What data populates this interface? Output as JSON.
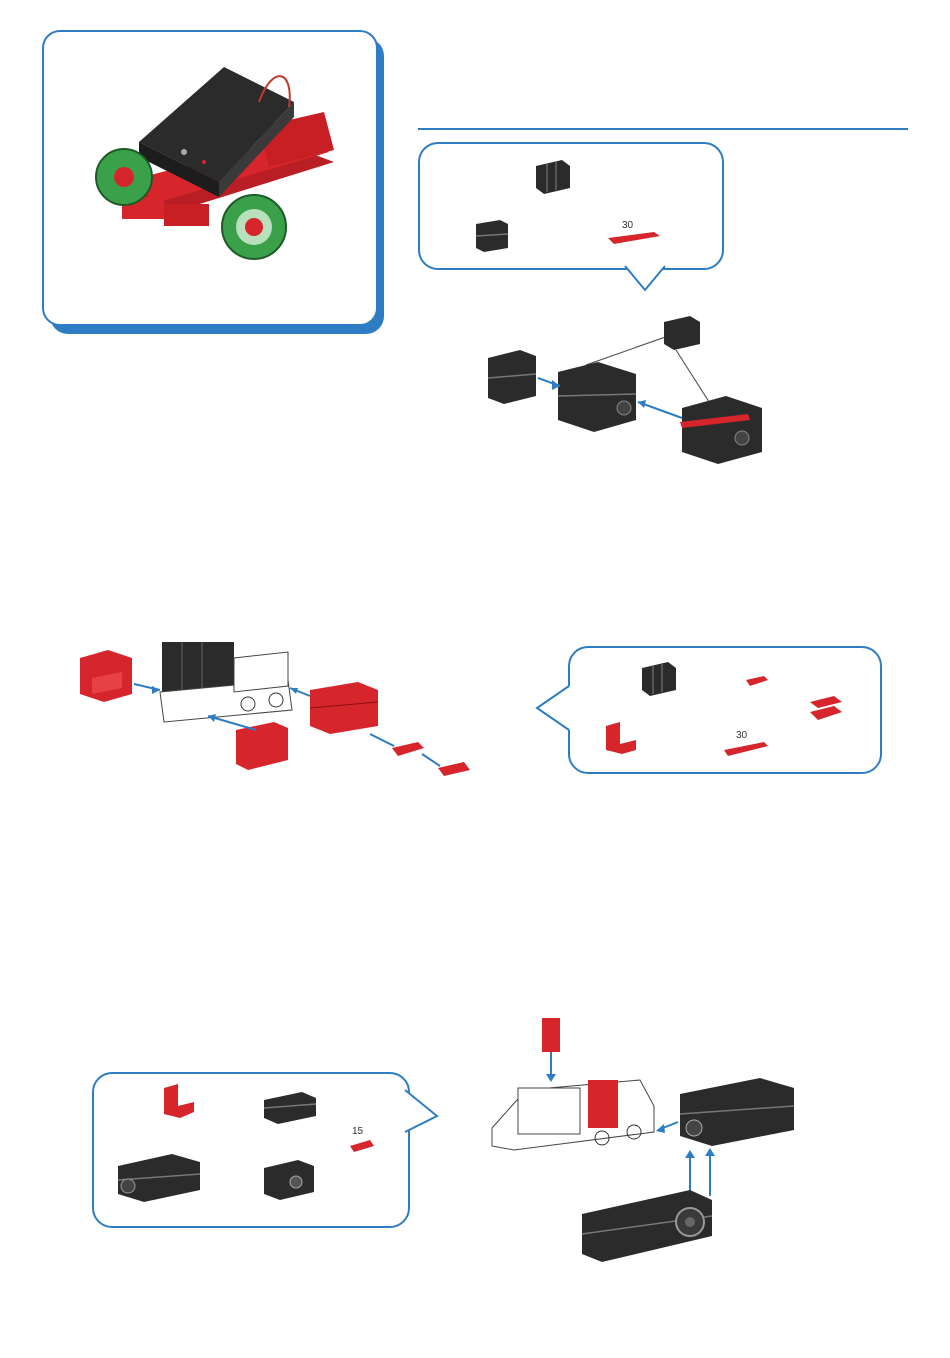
{
  "page": {
    "accent_color": "#2e7dc4",
    "part_red": "#d6262c",
    "part_black": "#2b2b2b",
    "wheel_green": "#3aa04a"
  },
  "step1": {
    "parts": [
      {
        "icon": "black-building-block-icon",
        "label": ""
      },
      {
        "icon": "black-double-block-icon",
        "label": ""
      },
      {
        "icon": "red-strut-icon",
        "label": "30"
      }
    ]
  },
  "step2": {
    "parts": [
      {
        "icon": "black-building-block-icon",
        "label": ""
      },
      {
        "icon": "red-small-plate-icon",
        "label": ""
      },
      {
        "icon": "red-clip-icon",
        "label": ""
      },
      {
        "icon": "red-angle-block-icon",
        "label": ""
      },
      {
        "icon": "red-strut-icon",
        "label": "30"
      }
    ]
  },
  "step3": {
    "parts": [
      {
        "icon": "red-angle-block-icon",
        "label": ""
      },
      {
        "icon": "black-building-block-icon",
        "label": ""
      },
      {
        "icon": "red-strut-icon",
        "label": "15"
      },
      {
        "icon": "black-gear-block-icon",
        "label": ""
      },
      {
        "icon": "black-motor-block-icon",
        "label": ""
      }
    ]
  }
}
